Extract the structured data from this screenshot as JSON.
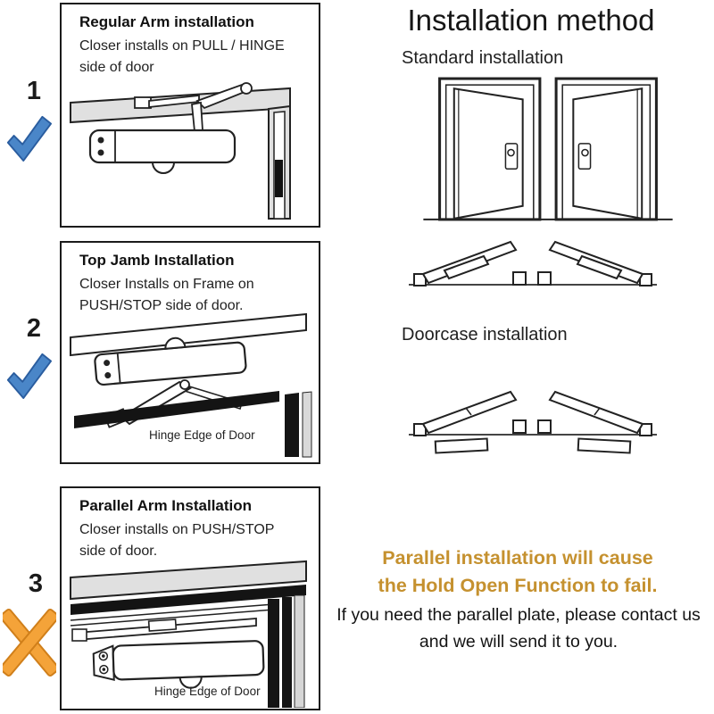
{
  "marks": {
    "items": [
      {
        "number": "1",
        "type": "check"
      },
      {
        "number": "2",
        "type": "check"
      },
      {
        "number": "3",
        "type": "cross"
      }
    ],
    "check_fill": "#4a86c8",
    "check_stroke": "#2a5d9f",
    "cross_fill": "#f4a339",
    "cross_stroke": "#d07f1a"
  },
  "panels": [
    {
      "title": "Regular Arm installation",
      "description": "Closer installs on PULL / HINGE side of door",
      "caption": ""
    },
    {
      "title": "Top Jamb Installation",
      "description": "Closer Installs on Frame on PUSH/STOP side of door.",
      "caption": "Hinge Edge of Door"
    },
    {
      "title": "Parallel Arm Installation",
      "description": "Closer installs on PUSH/STOP side of door.",
      "caption": "Hinge Edge of Door"
    }
  ],
  "right_column": {
    "title": "Installation method",
    "standard_heading": "Standard installation",
    "doorcase_heading": "Doorcase installation",
    "warning": {
      "line1": "Parallel installation will cause",
      "line2": "the Hold Open Function to fail.",
      "color": "#c5912f"
    },
    "note": {
      "line1": "If you need the parallel plate, please contact us",
      "line2": "and we will send it to you."
    }
  }
}
